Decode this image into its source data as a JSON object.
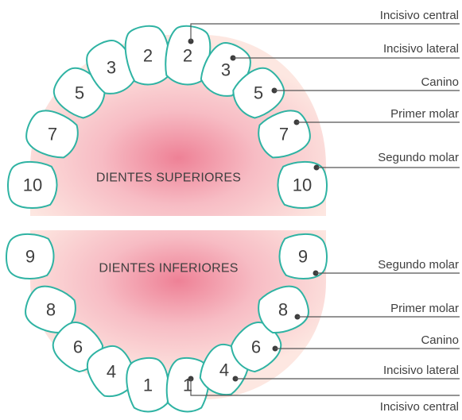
{
  "upper": {
    "title": "DIENTES SUPERIORES",
    "labels": [
      "Incisivo central",
      "Incisivo lateral",
      "Canino",
      "Primer molar",
      "Segundo molar"
    ],
    "teeth": [
      {
        "name": "tooth-upper-left-2ndmolar",
        "num": "10"
      },
      {
        "name": "tooth-upper-left-1stmolar",
        "num": "7"
      },
      {
        "name": "tooth-upper-left-canine",
        "num": "5"
      },
      {
        "name": "tooth-upper-left-lateral",
        "num": "3"
      },
      {
        "name": "tooth-upper-left-central",
        "num": "2"
      },
      {
        "name": "tooth-upper-right-central",
        "num": "2"
      },
      {
        "name": "tooth-upper-right-lateral",
        "num": "3"
      },
      {
        "name": "tooth-upper-right-canine",
        "num": "5"
      },
      {
        "name": "tooth-upper-right-1stmolar",
        "num": "7"
      },
      {
        "name": "tooth-upper-right-2ndmolar",
        "num": "10"
      }
    ]
  },
  "lower": {
    "title": "DIENTES INFERIORES",
    "labels": [
      "Segundo molar",
      "Primer molar",
      "Canino",
      "Incisivo lateral",
      "Incisivo central"
    ],
    "teeth": [
      {
        "name": "tooth-lower-left-2ndmolar",
        "num": "9"
      },
      {
        "name": "tooth-lower-left-1stmolar",
        "num": "8"
      },
      {
        "name": "tooth-lower-left-canine",
        "num": "6"
      },
      {
        "name": "tooth-lower-left-lateral",
        "num": "4"
      },
      {
        "name": "tooth-lower-left-central",
        "num": "1"
      },
      {
        "name": "tooth-lower-right-central",
        "num": "1"
      },
      {
        "name": "tooth-lower-right-lateral",
        "num": "4"
      },
      {
        "name": "tooth-lower-right-canine",
        "num": "6"
      },
      {
        "name": "tooth-lower-right-1stmolar",
        "num": "8"
      },
      {
        "name": "tooth-lower-right-2ndmolar",
        "num": "9"
      }
    ]
  },
  "colors": {
    "tooth_outline": "#2fb3a3",
    "gum_outer": "#fde7e1",
    "gum_inner": "#ee8196",
    "text": "#3f3f3f"
  }
}
